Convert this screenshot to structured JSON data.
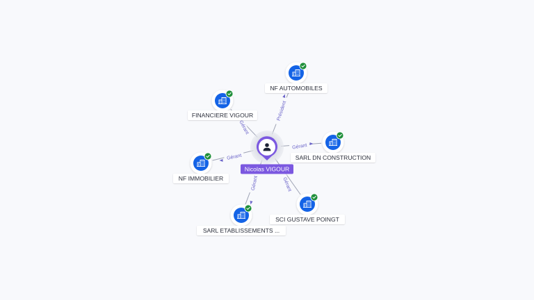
{
  "center": {
    "name": "Nicolas VIGOUR",
    "icon": "person-icon"
  },
  "nodes": [
    {
      "id": "nf-automobiles",
      "label": "NF AUTOMOBILES",
      "role": "Président",
      "icon": "building-icon",
      "status": "verified-check-icon"
    },
    {
      "id": "financiere-vigour",
      "label": "FINANCIERE VIGOUR",
      "role": "Gérant",
      "icon": "building-icon",
      "status": "verified-check-icon"
    },
    {
      "id": "sarl-dn-construction",
      "label": "SARL DN CONSTRUCTION",
      "role": "Gérant",
      "icon": "building-icon",
      "status": "verified-check-icon"
    },
    {
      "id": "nf-immobilier",
      "label": "NF IMMOBILIER",
      "role": "Gérant",
      "icon": "building-icon",
      "status": "verified-check-icon"
    },
    {
      "id": "sarl-etablissements",
      "label": "SARL ETABLISSEMENTS ...",
      "role": "Gérant",
      "icon": "building-icon",
      "status": "verified-check-icon"
    },
    {
      "id": "sci-gustave-poingt",
      "label": "SCI GUSTAVE POINGT",
      "role": "Gérant",
      "icon": "building-icon",
      "status": "verified-check-icon"
    }
  ],
  "colors": {
    "node_blue": "#1463e6",
    "check_green": "#1f8f3a",
    "center_purple": "#7b58e0",
    "edge_label": "#6b64c9"
  }
}
